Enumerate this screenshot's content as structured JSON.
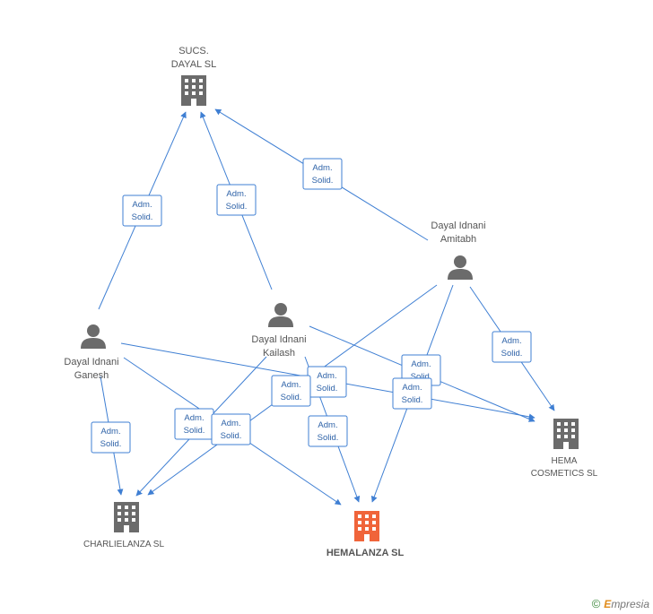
{
  "nodes": {
    "sucs": {
      "kind": "company",
      "lines": [
        "SUCS.",
        "DAYAL SL"
      ],
      "color": "#6b6b6b"
    },
    "amitabh": {
      "kind": "person",
      "lines": [
        "Dayal Idnani",
        "Amitabh"
      ],
      "color": "#6b6b6b"
    },
    "kailash": {
      "kind": "person",
      "lines": [
        "Dayal Idnani",
        "Kailash"
      ],
      "color": "#6b6b6b"
    },
    "ganesh": {
      "kind": "person",
      "lines": [
        "Dayal Idnani",
        "Ganesh"
      ],
      "color": "#6b6b6b"
    },
    "hema": {
      "kind": "company",
      "lines": [
        "HEMA",
        "COSMETICS SL"
      ],
      "color": "#6b6b6b"
    },
    "charlie": {
      "kind": "company",
      "lines": [
        "CHARLIELANZA SL"
      ],
      "color": "#6b6b6b"
    },
    "hemalanza": {
      "kind": "company",
      "lines": [
        "HEMALANZA SL"
      ],
      "color": "#f0643a",
      "focus": true
    }
  },
  "edge_label": [
    "Adm.",
    "Solid."
  ],
  "edge_color": "#3f7fd3",
  "footer": {
    "copyright": "©",
    "brand_initial": "E",
    "brand_rest": "mpresia"
  }
}
